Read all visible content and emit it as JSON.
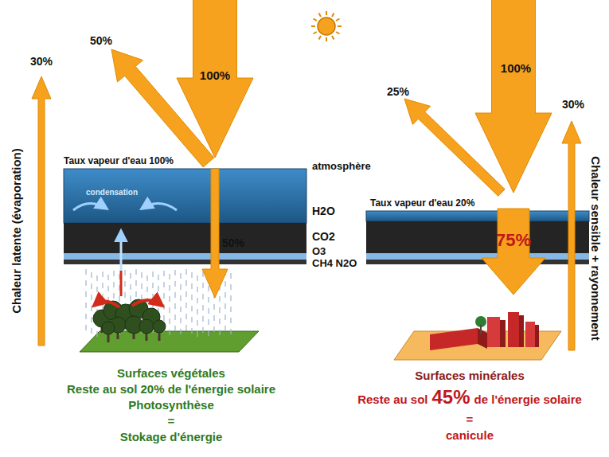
{
  "diagram": {
    "nodes": [
      {
        "text": [
          "Taux vapeur d'eau 100%",
          "condensation"
        ]
      },
      {
        "text": [
          "Taux vapeur d'eau 20%"
        ]
      }
    ],
    "labels": [
      "100%",
      "50%",
      "30%",
      "Chaleur latente (évaporation)",
      "atmosphère",
      "H2O",
      "CO2",
      "O3",
      "CH4 N2O",
      "50%",
      "Surfaces végétales",
      "Reste au sol 20% de l'énergie solaire",
      "Photosynthèse",
      "=",
      "Stokage d'énergie",
      "100%",
      "25%",
      "30%",
      "Chaleur sensible + rayonnement",
      "75%",
      "Surfaces minérales",
      "Reste au sol",
      "45%",
      "de l'énergie solaire",
      "=",
      "canicule"
    ]
  }
}
